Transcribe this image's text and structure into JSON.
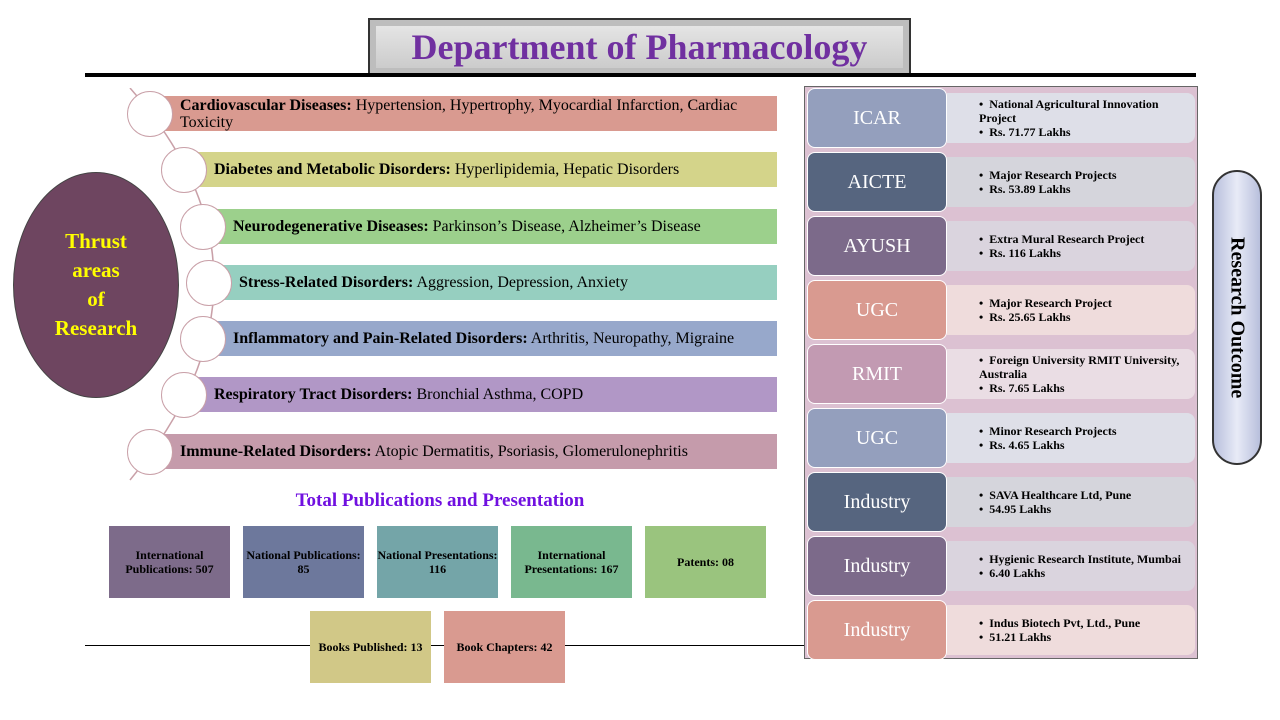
{
  "title": "Department of Pharmacology",
  "thrust": {
    "label": "Thrust areas of Research",
    "lines": [
      "Thrust",
      "areas",
      "of",
      "Research"
    ],
    "items": [
      {
        "head": "Cardiovascular Diseases:",
        "rest": " Hypertension, Hypertrophy, Myocardial Infarction, Cardiac Toxicity",
        "color": "#d99a90"
      },
      {
        "head": "Diabetes and Metabolic Disorders:",
        "rest": " Hyperlipidemia, Hepatic Disorders",
        "color": "#d4d48a"
      },
      {
        "head": "Neurodegenerative Diseases:",
        "rest": " Parkinson’s Disease, Alzheimer’s Disease",
        "color": "#9cd08c"
      },
      {
        "head": "Stress-Related Disorders:",
        "rest": " Aggression, Depression, Anxiety",
        "color": "#96cfc0"
      },
      {
        "head": "Inflammatory and Pain-Related Disorders:",
        "rest": " Arthritis, Neuropathy, Migraine",
        "color": "#97a8cb"
      },
      {
        "head": "Respiratory Tract Disorders:",
        "rest": " Bronchial Asthma, COPD",
        "color": "#b197c6"
      },
      {
        "head": "Immune-Related Disorders:",
        "rest": " Atopic Dermatitis, Psoriasis, Glomerulonephritis",
        "color": "#c59bab"
      }
    ]
  },
  "publications": {
    "title": "Total Publications and Presentation",
    "items": [
      {
        "label": "International Publications: 507",
        "color": "#7d6b8a"
      },
      {
        "label": "National Publications: 85",
        "color": "#6d789c"
      },
      {
        "label": "National Presentations: 116",
        "color": "#74a5a8"
      },
      {
        "label": "International Presentations: 167",
        "color": "#79b88f"
      },
      {
        "label": "Patents: 08",
        "color": "#9ac47e"
      },
      {
        "label": "Books Published: 13",
        "color": "#d1c887"
      },
      {
        "label": "Book Chapters: 42",
        "color": "#d99a90"
      }
    ]
  },
  "outcome": {
    "label": "Research Outcome",
    "items": [
      {
        "agency": "ICAR",
        "lines": [
          "National Agricultural Innovation Project",
          "Rs. 71.77 Lakhs"
        ],
        "color": "#949fbd",
        "bg": "#dedfe8"
      },
      {
        "agency": "AICTE",
        "lines": [
          "Major Research Projects",
          "Rs. 53.89 Lakhs"
        ],
        "color": "#56657f",
        "bg": "#d5d5dc"
      },
      {
        "agency": "AYUSH",
        "lines": [
          "Extra Mural Research Project",
          "Rs. 116 Lakhs"
        ],
        "color": "#7c6a8a",
        "bg": "#dad4de"
      },
      {
        "agency": "UGC",
        "lines": [
          "Major Research Project",
          "Rs. 25.65 Lakhs"
        ],
        "color": "#d99a90",
        "bg": "#efdcdc"
      },
      {
        "agency": "RMIT",
        "lines": [
          "Foreign University RMIT University, Australia",
          "Rs. 7.65 Lakhs"
        ],
        "color": "#c29ab2",
        "bg": "#eadde4"
      },
      {
        "agency": "UGC",
        "lines": [
          "Minor Research Projects",
          "Rs. 4.65 Lakhs"
        ],
        "color": "#949fbd",
        "bg": "#dedfe8"
      },
      {
        "agency": "Industry",
        "lines": [
          "SAVA Healthcare Ltd, Pune",
          "54.95 Lakhs"
        ],
        "color": "#56657f",
        "bg": "#d5d5dc"
      },
      {
        "agency": "Industry",
        "lines": [
          "Hygienic Research Institute, Mumbai",
          "6.40 Lakhs"
        ],
        "color": "#7c6a8a",
        "bg": "#dad4de"
      },
      {
        "agency": "Industry",
        "lines": [
          "Indus Biotech Pvt, Ltd., Pune",
          "51.21 Lakhs"
        ],
        "color": "#d99a90",
        "bg": "#efdcdc"
      }
    ]
  }
}
